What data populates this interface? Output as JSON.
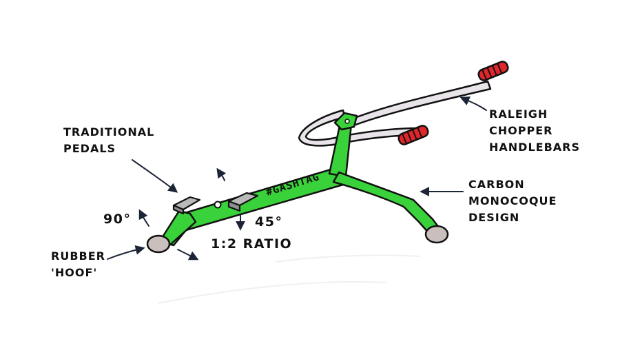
{
  "labels": {
    "pedals": [
      "Traditional",
      "Pedals"
    ],
    "handlebars": [
      "Raleigh",
      "Chopper",
      "Handlebars"
    ],
    "frame": [
      "Carbon",
      "Monocoque",
      "Design"
    ],
    "hoof": [
      "Rubber",
      "'Hoof'"
    ],
    "angle_90": "90°",
    "angle_45": "45°",
    "ratio": "1:2 Ratio",
    "frame_text": "#GASHTAG"
  },
  "colors": {
    "frame": "#3ad23a",
    "outline": "#111111",
    "handlebar": "#e9e4ea",
    "grip": "#e0262a",
    "hoof": "#c9bfbc",
    "pedal": "#b9b9b9",
    "arrow": "#1c2536"
  }
}
